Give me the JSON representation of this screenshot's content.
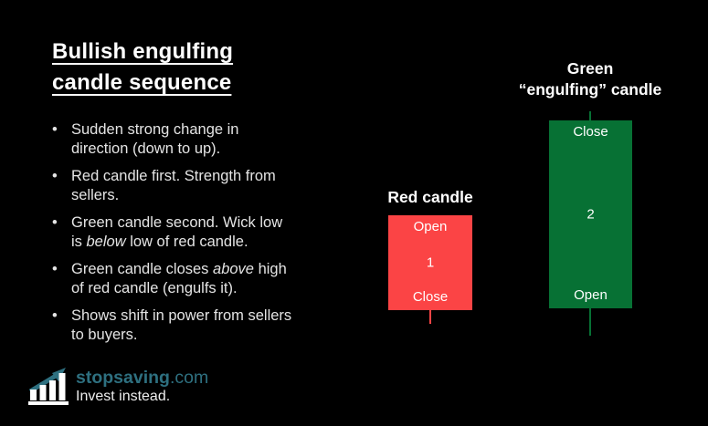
{
  "slide": {
    "title": {
      "line1": "Bullish engulfing",
      "line2": "candle sequence"
    },
    "bullet_char": "•",
    "bullets": [
      {
        "lines": [
          {
            "pre": "Sudden strong change in",
            "italic": "",
            "post": ""
          },
          {
            "pre": "direction (down to up).",
            "italic": "",
            "post": ""
          }
        ]
      },
      {
        "lines": [
          {
            "pre": "Red candle first. Strength from",
            "italic": "",
            "post": ""
          },
          {
            "pre": "sellers.",
            "italic": "",
            "post": ""
          }
        ]
      },
      {
        "lines": [
          {
            "pre": "Green candle second. Wick low",
            "italic": "",
            "post": ""
          },
          {
            "pre": "is ",
            "italic": "below",
            "post": " low of red candle."
          }
        ]
      },
      {
        "lines": [
          {
            "pre": "Green candle closes ",
            "italic": "above",
            "post": " high"
          },
          {
            "pre": "of red candle (engulfs it).",
            "italic": "",
            "post": ""
          }
        ]
      },
      {
        "lines": [
          {
            "pre": "Shows shift in power from sellers",
            "italic": "",
            "post": ""
          },
          {
            "pre": "to buyers.",
            "italic": "",
            "post": ""
          }
        ]
      }
    ]
  },
  "red_candle": {
    "title": "Red candle",
    "top_label": "Open",
    "body_number": "1",
    "bottom_label": "Close",
    "color": "#fb4445"
  },
  "green_candle": {
    "title_line1": "Green",
    "title_line2": "“engulfing” candle",
    "top_label": "Close",
    "body_number": "2",
    "bottom_label": "Open",
    "color": "#077134"
  },
  "footer": {
    "brand": "stopsaving",
    "brand_suffix": ".com",
    "tagline": "Invest instead.",
    "brand_color": "#2e7080"
  },
  "colors": {
    "background": "#000000",
    "title_text": "#ffffff",
    "body_text": "#e4e4e4",
    "candle_text": "#ffffff"
  }
}
